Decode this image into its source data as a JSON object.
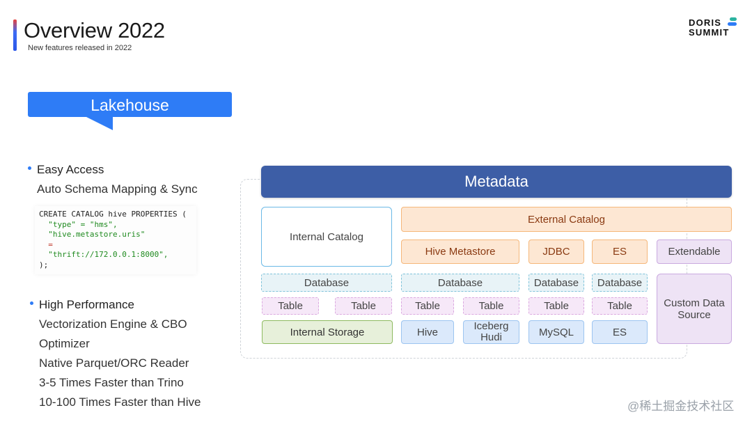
{
  "header": {
    "title": "Overview 2022",
    "subtitle": "New features released in 2022",
    "logo_line1": "DORIS",
    "logo_line2": "SUMMIT"
  },
  "section_pill": "Lakehouse",
  "left": {
    "easy_access": {
      "heading": "Easy Access",
      "sub": "Auto Schema Mapping & Sync"
    },
    "code_lines": [
      {
        "text": "CREATE CATALOG hive PROPERTIES (",
        "kind": "k"
      },
      {
        "text": "  \"type\" = \"hms\",",
        "kind": "s"
      },
      {
        "text": "  \"hive.metastore.uris\"",
        "kind": "s"
      },
      {
        "text": "  =",
        "kind": "o"
      },
      {
        "text": "  \"thrift://172.0.0.1:8000\",",
        "kind": "s"
      },
      {
        "text": ");",
        "kind": "k"
      }
    ],
    "high_performance": {
      "heading": "High Performance",
      "items": [
        "Vectorization Engine & CBO",
        "Optimizer",
        "Native Parquet/ORC Reader",
        "3-5 Times Faster than Trino",
        "10-100 Times Faster than Hive"
      ]
    }
  },
  "diagram": {
    "metadata": "Metadata",
    "internal_catalog": "Internal Catalog",
    "external_catalog": "External Catalog",
    "sources": {
      "hive_metastore": "Hive Metastore",
      "jdbc": "JDBC",
      "es": "ES",
      "extendable": "Extendable"
    },
    "database": "Database",
    "table": "Table",
    "storage": {
      "internal": "Internal Storage",
      "hive": "Hive",
      "iceberg": "Iceberg",
      "hudi": "Hudi",
      "mysql": "MySQL",
      "es": "ES"
    },
    "custom_source": "Custom Data Source"
  },
  "watermark": "@稀土掘金技术社区",
  "colors": {
    "pill": "#2e7cf6",
    "metadata": "#3d5ea6",
    "orange": "#fde7d3",
    "purple": "#eee3f5",
    "green": "#e7f0da",
    "lightblue": "#dbe9fb"
  }
}
